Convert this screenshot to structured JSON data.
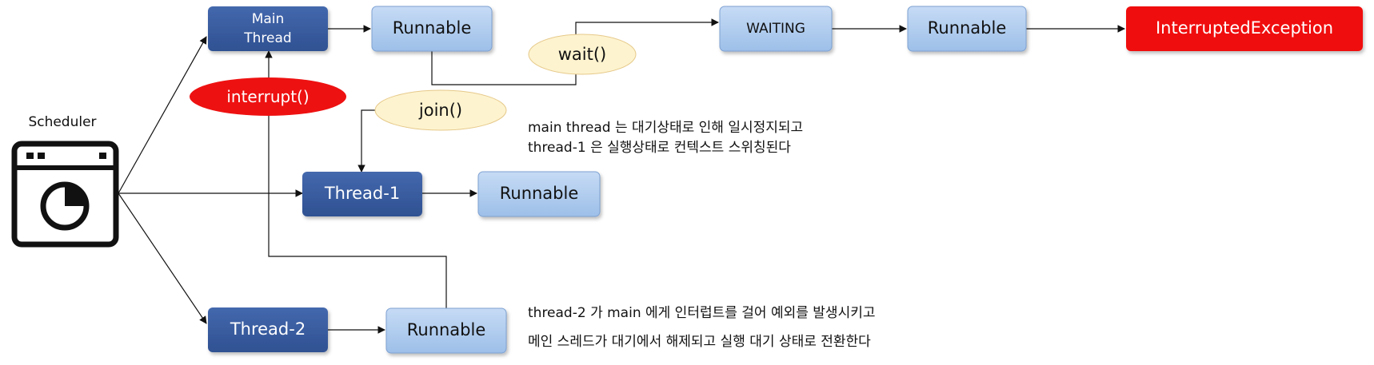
{
  "scheduler": {
    "label": "Scheduler",
    "icon": "scheduler-clock-window-icon"
  },
  "nodes": {
    "main_thread": {
      "line1": "Main",
      "line2": "Thread"
    },
    "thread1": "Thread-1",
    "thread2": "Thread-2",
    "runnable_main": "Runnable",
    "runnable_t1": "Runnable",
    "runnable_t2": "Runnable",
    "waiting": "WAITING",
    "runnable_after_wait": "Runnable",
    "exception": "InterruptedException"
  },
  "calls": {
    "wait": "wait()",
    "join": "join()",
    "interrupt": "interrupt()"
  },
  "notes": {
    "join_line1": "main thread 는 대기상태로 인해 일시정지되고",
    "join_line2": "thread-1 은 실행상태로 컨텍스트 스위칭된다",
    "interrupt_line1": "thread-2 가 main 에게 인터럽트를 걸어 예외를 발생시키고",
    "interrupt_line2": "메인 스레드가 대기에서 해제되고 실행 대기 상태로 전환한다"
  },
  "colors": {
    "thread_box": "#3a5da0",
    "runnable_box": "#a9c7ec",
    "call_ellipse": "#fdf3cf",
    "interrupt_ellipse": "#ee1111",
    "exception_box": "#f01010"
  }
}
